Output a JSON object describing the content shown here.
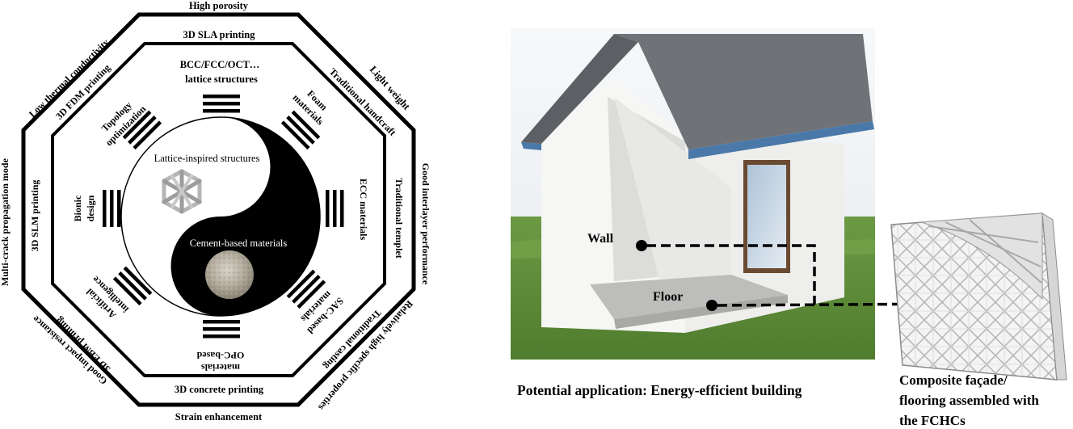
{
  "bagua": {
    "outer_ring": [
      "High porosity",
      "Light weight",
      "Good interlayer performance",
      "Relatively high specific properties",
      "Strain enhancement",
      "Good impact resistance",
      "Multi-crack propagation mode",
      "Low thermal conductivity"
    ],
    "middle_ring": [
      "3D SLA printing",
      "Traditional handcraft",
      "Traditional templet",
      "Traditional casting",
      "3D concrete printing",
      "3D EBM printing",
      "3D SLM printing",
      "3D FDM printing"
    ],
    "inner_ring": {
      "top_line1": "BCC/FCC/OCT…",
      "top_line2": "lattice structures",
      "ne_line1": "Foam",
      "ne_line2": "materials",
      "e_line1": "ECC materials",
      "se_line1": "SAC-based",
      "se_line2": "materials",
      "s_line1": "OPC-based",
      "s_line2": "materials",
      "sw_line1": "Artificial",
      "sw_line2": "intelligence",
      "w_line1": "Bionic",
      "w_line2": "design",
      "nw_line1": "Topology",
      "nw_line2": "optimization"
    },
    "yin_yang": {
      "white_label": "Lattice-inspired structures",
      "black_label": "Cement-based materials"
    }
  },
  "application": {
    "wall_label": "Wall",
    "floor_label": "Floor",
    "caption": "Potential application: Energy-efficient building",
    "panel_caption_line1": "Composite façade/",
    "panel_caption_line2": "flooring assembled with",
    "panel_caption_line3": "the FCHCs"
  },
  "colors": {
    "roof": "#6f7378",
    "wall": "#f2f2f0",
    "grass": "#5f8e3a",
    "sky": "#eef1f4",
    "ink": "#000000"
  }
}
